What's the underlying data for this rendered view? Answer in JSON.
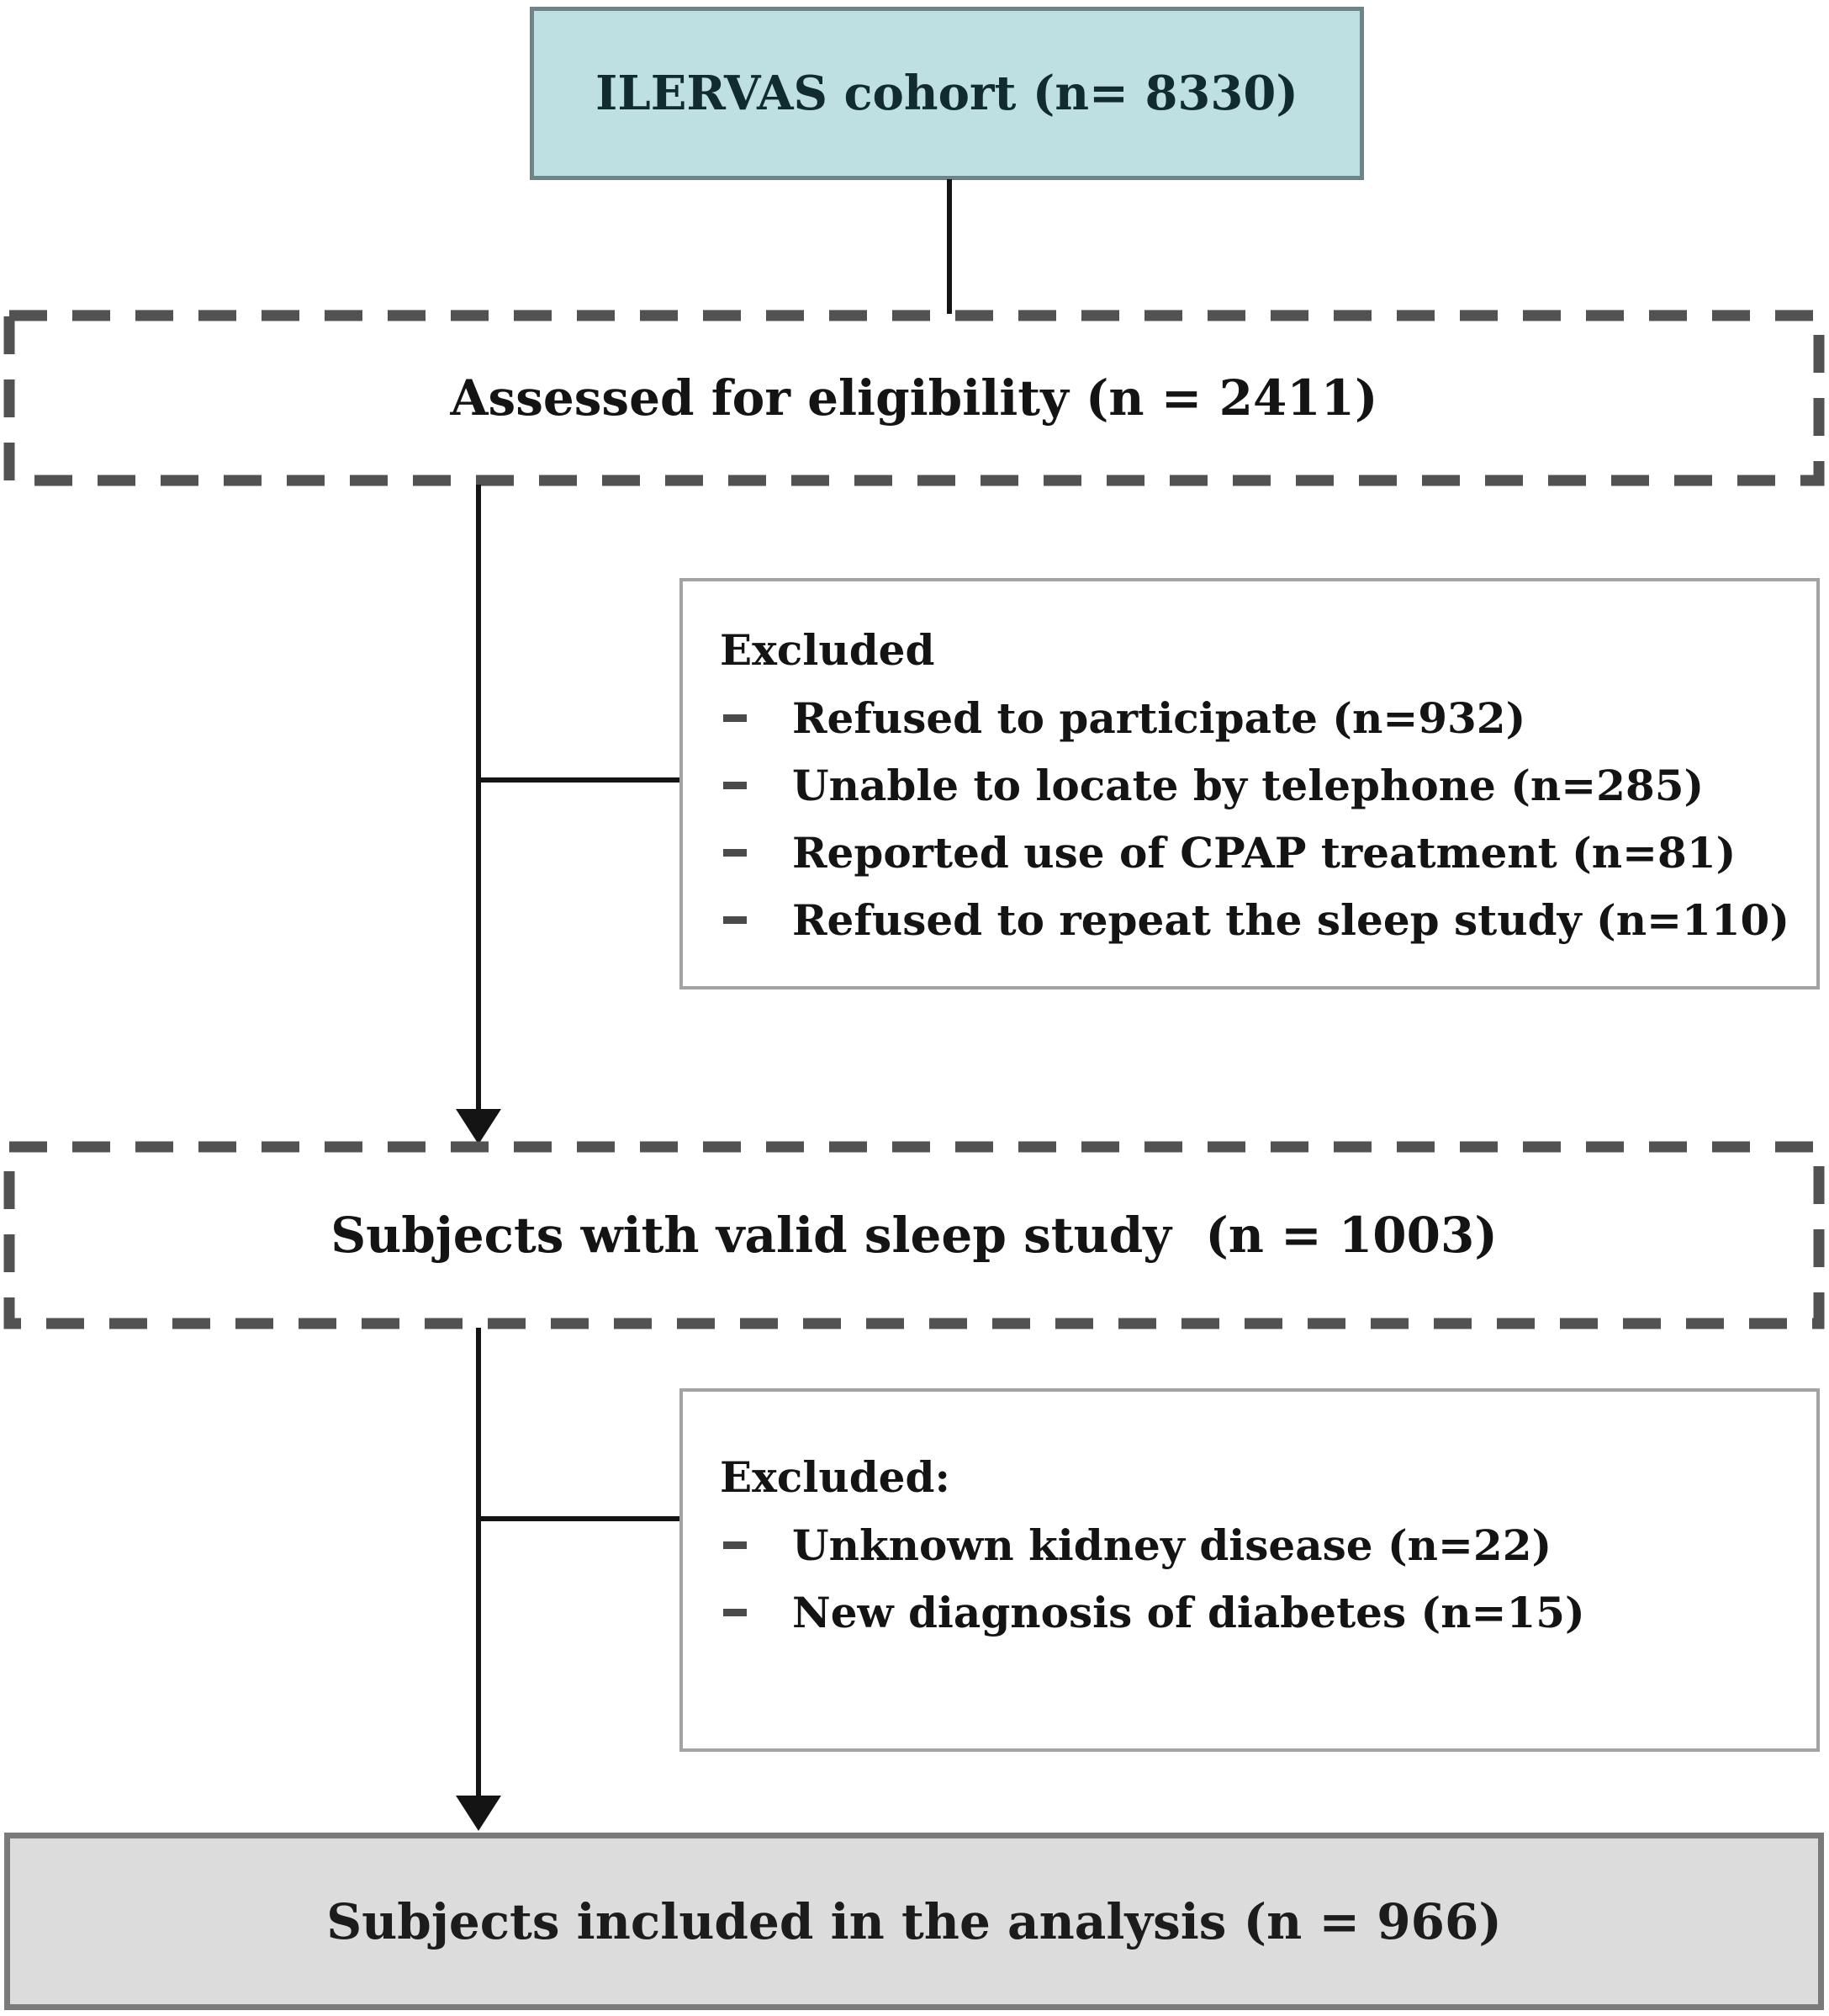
{
  "diagram": {
    "top_box": {
      "label": "ILERVAS cohort (n= 8330)"
    },
    "eligibility_box": {
      "label": "Assessed for eligibility (n = 2411)"
    },
    "excluded_box_1": {
      "title": "Excluded",
      "items": [
        "Refused to participate (n=932)",
        "Unable to locate by telephone (n=285)",
        "Reported use of CPAP treatment (n=81)",
        "Refused to repeat the sleep study (n=110)"
      ]
    },
    "valid_sleep_box": {
      "label": "Subjects with valid sleep study  (n = 1003)"
    },
    "excluded_box_2": {
      "title": "Excluded:",
      "items": [
        "Unknown kidney disease (n=22)",
        "New diagnosis of diabetes (n=15)"
      ]
    },
    "final_box": {
      "label": "Subjects included in the analysis (n = 966)"
    },
    "colors": {
      "top_box_fill": "#bee0e2",
      "top_box_border": "#6f8487",
      "final_box_fill": "#dcdcdc",
      "final_box_border": "#7a7a7a",
      "excluded_box_border": "#a3a3a3",
      "dashed_border": "#525252",
      "connector_line": "#141414"
    }
  }
}
